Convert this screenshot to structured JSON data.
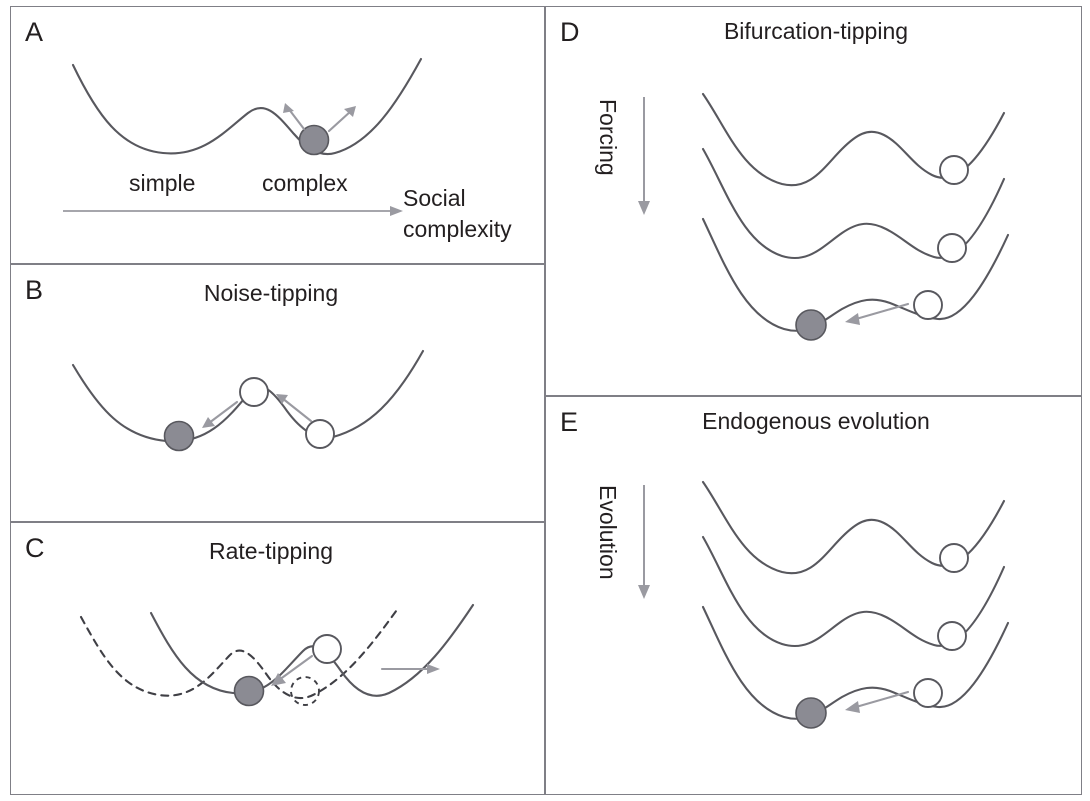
{
  "figure": {
    "background": "#ffffff",
    "border_color": "#7f7f86",
    "ball_fill": "#8b8b93",
    "curve_color": "#58585e",
    "arrow_color": "#9a9aa1",
    "text_color": "#231f20"
  },
  "panels": [
    {
      "id": "A",
      "letter": "A",
      "title": "",
      "labels": {
        "left_well": "simple",
        "right_well": "complex",
        "axis_line1": "Social",
        "axis_line2": "complexity"
      },
      "description": "Double-well potential with filled ball resting in the right (complex) well and two divergent perturbation arrows",
      "balls": [
        {
          "kind": "filled",
          "state": "complex"
        }
      ]
    },
    {
      "id": "B",
      "letter": "B",
      "title": "Noise-tipping",
      "description": "Ball pushed by noise from right well over the barrier into the left well",
      "balls": [
        {
          "kind": "filled",
          "state": "left-well"
        },
        {
          "kind": "open",
          "state": "barrier-top"
        },
        {
          "kind": "open",
          "state": "right-well"
        }
      ]
    },
    {
      "id": "C",
      "letter": "C",
      "title": "Rate-tipping",
      "description": "Solid landscape shifting rapidly (dashed landscape) so the ball is left behind and tips into the adjacent well",
      "balls": [
        {
          "kind": "filled",
          "state": "left-well"
        },
        {
          "kind": "open",
          "state": "barrier-top"
        },
        {
          "kind": "dashed",
          "state": "shifted-well"
        }
      ]
    },
    {
      "id": "D",
      "letter": "D",
      "title": "Bifurcation-tipping",
      "vertical_label": "Forcing",
      "description": "Three stacked landscapes; increasing forcing flattens the right well until it vanishes and the ball rolls to the left well",
      "balls": [
        {
          "kind": "open",
          "state": "top-right-well"
        },
        {
          "kind": "open",
          "state": "middle-shelf"
        },
        {
          "kind": "open",
          "state": "bottom-shelf"
        },
        {
          "kind": "filled",
          "state": "bottom-left-well"
        }
      ]
    },
    {
      "id": "E",
      "letter": "E",
      "title": "Endogenous evolution",
      "vertical_label": "Evolution",
      "description": "Three stacked landscapes; endogenous evolution flattens the right well until it vanishes and the ball rolls to the left well",
      "balls": [
        {
          "kind": "open",
          "state": "top-right-well"
        },
        {
          "kind": "open",
          "state": "middle-shelf"
        },
        {
          "kind": "open",
          "state": "bottom-shelf"
        },
        {
          "kind": "filled",
          "state": "bottom-left-well"
        }
      ]
    }
  ]
}
